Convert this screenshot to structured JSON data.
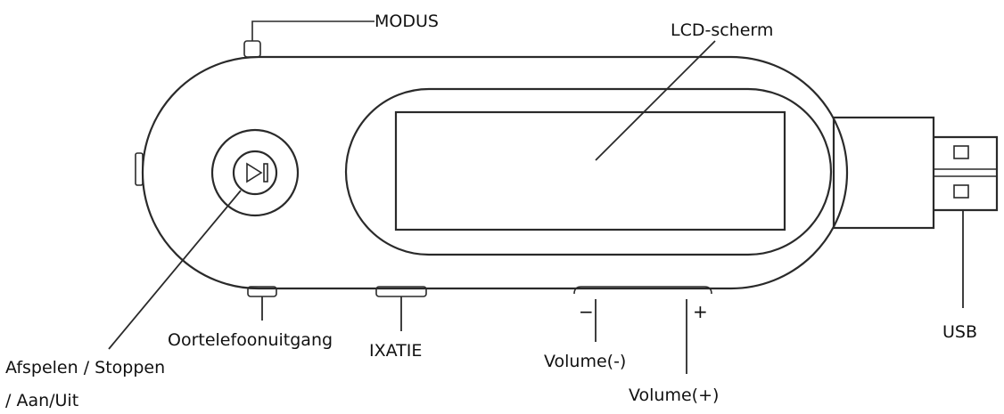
{
  "labels": {
    "mode": "MODUS",
    "lcd": "LCD-scherm",
    "play_line1": "Afspelen / Stoppen",
    "play_line2": "/ Aan/Uit",
    "earphone": "Oortelefoonuitgang",
    "ixatie": "IXATIE",
    "volume_minus": "Volume(-)",
    "volume_plus": "Volume(+)",
    "usb": "USB"
  },
  "symbols": {
    "minus": "−",
    "plus": "+"
  },
  "icons": {
    "play_pause": "play-pause-icon"
  },
  "colors": {
    "line": "#2a2a2a",
    "text": "#111111",
    "background": "#ffffff"
  }
}
